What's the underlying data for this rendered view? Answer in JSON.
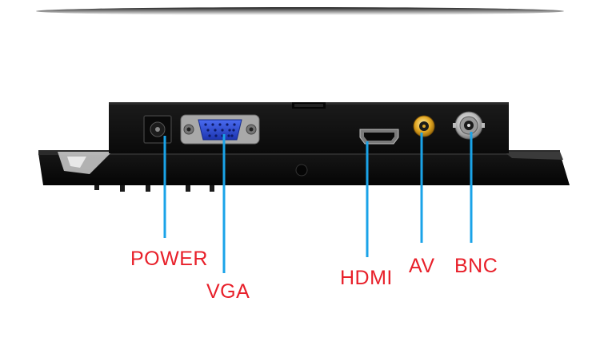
{
  "ports": {
    "power": "POWER",
    "vga": "VGA",
    "hdmi": "HDMI",
    "av": "AV",
    "bnc": "BNC"
  },
  "colors": {
    "label_text": "#e8202a",
    "leader_line": "#1aa3e8",
    "device_body": "#111111",
    "vga_connector": "#2746d6",
    "av_ring": "#e0a020",
    "bnc_metal": "#c9c9c9"
  }
}
